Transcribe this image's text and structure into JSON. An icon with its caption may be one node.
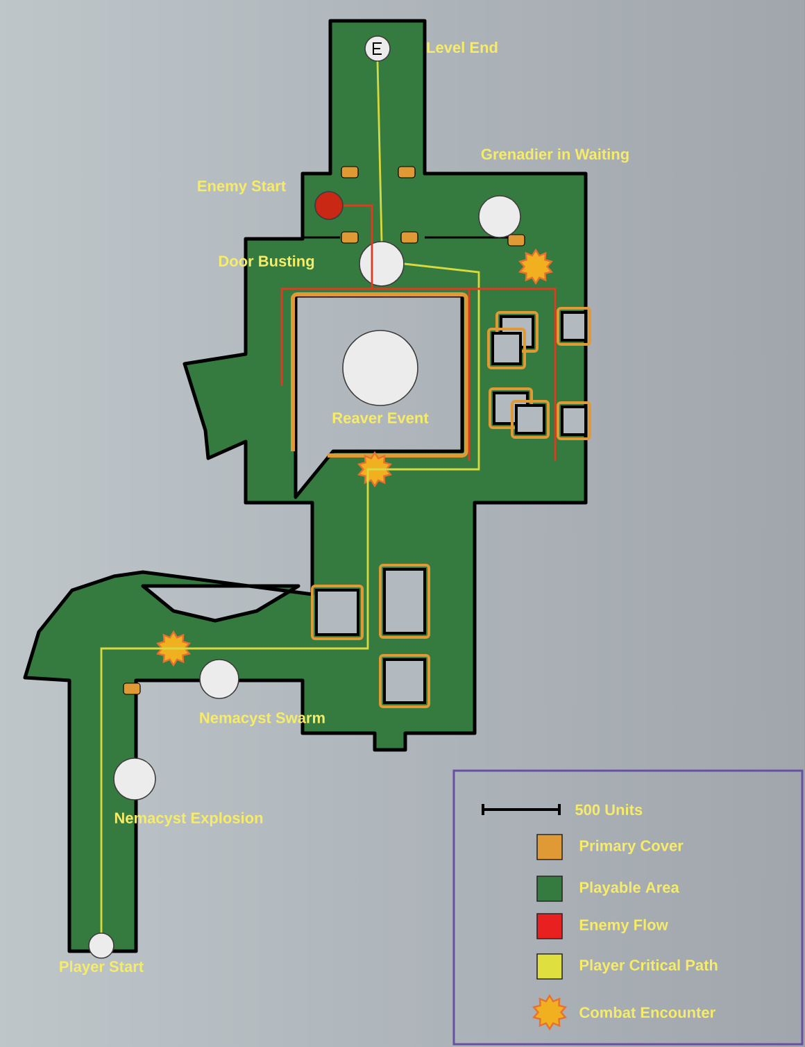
{
  "diagram": {
    "nodes": [
      {
        "text": [
          "Level End"
        ]
      },
      {
        "text": [
          "Grenadier in Waiting"
        ]
      },
      {
        "text": [
          "Enemy Start"
        ]
      },
      {
        "text": [
          "Door Busting"
        ]
      },
      {
        "text": [
          "Reaver Event"
        ]
      },
      {
        "text": [
          "Nemacyst Swarm"
        ]
      },
      {
        "text": [
          "Nemacyst Explosion"
        ]
      },
      {
        "text": [
          "Player Start"
        ]
      }
    ],
    "edges": [
      {
        "from": 7,
        "to": 3,
        "arrow": "none"
      },
      {
        "from": 3,
        "to": 0,
        "arrow": "none"
      },
      {
        "from": 2,
        "to": null,
        "arrow": "none",
        "color": "#e03a20"
      }
    ],
    "legend": [
      {
        "text": "500 Units"
      },
      {
        "text": "Primary Cover",
        "color": "#e09a35"
      },
      {
        "text": "Playable Area",
        "color": "#357a3e"
      },
      {
        "text": "Enemy Flow",
        "color": "#e82020"
      },
      {
        "text": "Player Critical Path",
        "color": "#dfe040"
      },
      {
        "text": "Combat Encounter"
      }
    ]
  }
}
